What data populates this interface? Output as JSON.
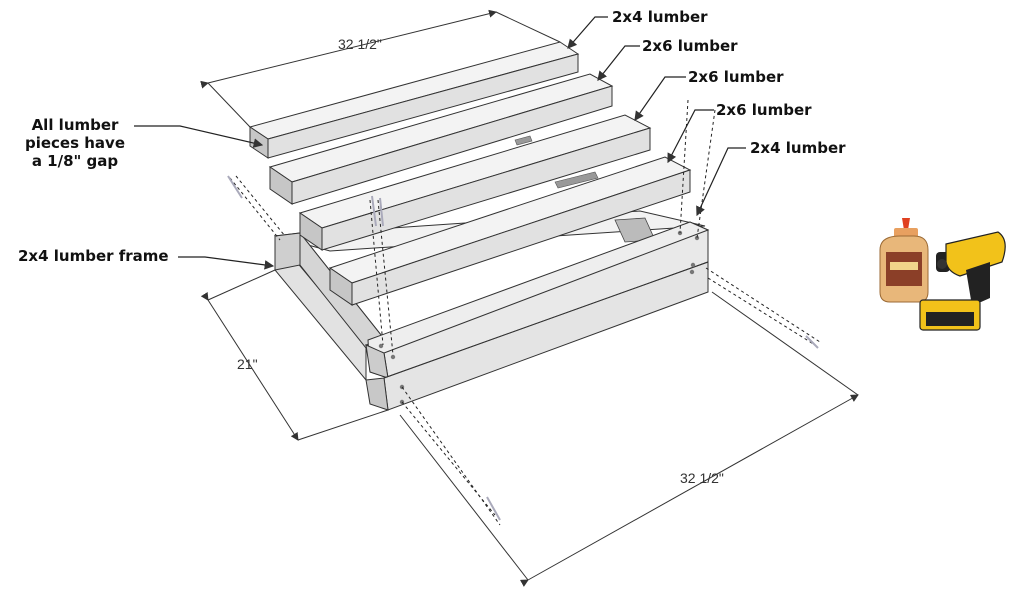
{
  "labels": {
    "top_board": "2x4 lumber",
    "board_2": "2x6 lumber",
    "board_3": "2x6 lumber",
    "board_4": "2x6 lumber",
    "front_board": "2x4 lumber",
    "gap_note_line1": "All lumber",
    "gap_note_line2": "pieces have",
    "gap_note_line3": "a 1/8\" gap",
    "frame": "2x4 lumber frame"
  },
  "dimensions": {
    "top_width": "32 1/2\"",
    "depth": "21\"",
    "front_width": "32 1/2\""
  },
  "tools": {
    "glue_icon": "wood-glue-bottle-icon",
    "drill_icon": "cordless-drill-icon"
  },
  "colors": {
    "board_top": "#f2f2f2",
    "board_side": "#d9d9d9",
    "board_end": "#c4c4c4",
    "outline": "#333333",
    "glue_body": "#e8b77a",
    "glue_cap": "#e04020",
    "drill_yellow": "#f2c21a",
    "drill_black": "#222222"
  }
}
